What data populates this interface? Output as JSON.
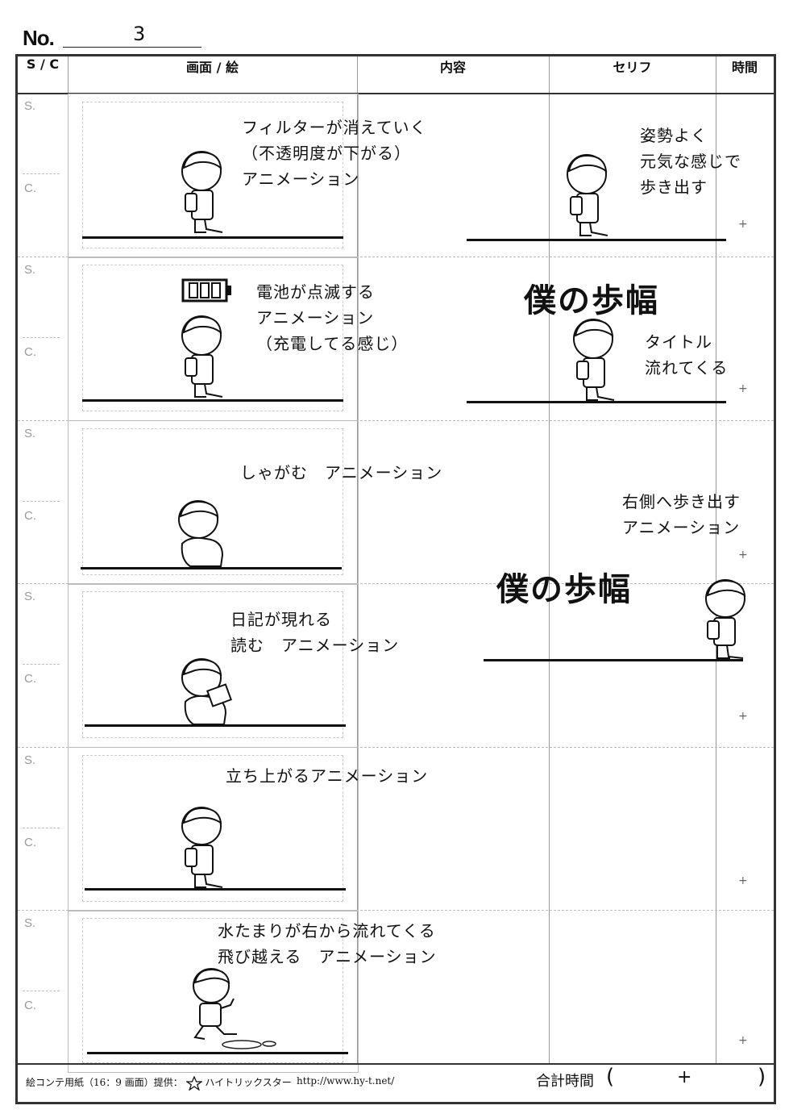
{
  "page": {
    "no_label": "No.",
    "no_value": "3"
  },
  "header": {
    "sc": "S / C",
    "picture": "画面 / 絵",
    "content": "内容",
    "dialogue": "セリフ",
    "time": "時間"
  },
  "row_labels": {
    "s": "S.",
    "c": "C."
  },
  "time_plus": "+",
  "notes": {
    "r1_picture": "フィルターが消えていく\n（不透明度が下がる）\nアニメーション",
    "r1_dialogue": "姿勢よく\n元気な感じで\n歩き出す",
    "r2_picture": "電池が点滅する\nアニメーション\n（充電してる感じ）",
    "r2_title": "僕の歩幅",
    "r2_dialogue": "タイトル\n流れてくる",
    "r3_picture": "しゃがむ　アニメーション",
    "r3_dialogue": "右側へ歩き出す\nアニメーション",
    "r4_title": "僕の歩幅",
    "r4_picture": "日記が現れる\n読む　アニメーション",
    "r5_picture": "立ち上がるアニメーション",
    "r6_picture": "水たまりが右から流れてくる\n飛び越える　アニメーション"
  },
  "footer": {
    "credit": "絵コンテ用紙（16：9 画面）提供：",
    "brand": "ハイトリックスター",
    "url": "http://www.hy-t.net/",
    "total_label": "合計時間",
    "open_paren": "(",
    "plus": "+",
    "close_paren": ")"
  },
  "icons": {
    "character": "boy-figure-icon",
    "battery": "battery-icon",
    "star": "star-logo-icon"
  }
}
